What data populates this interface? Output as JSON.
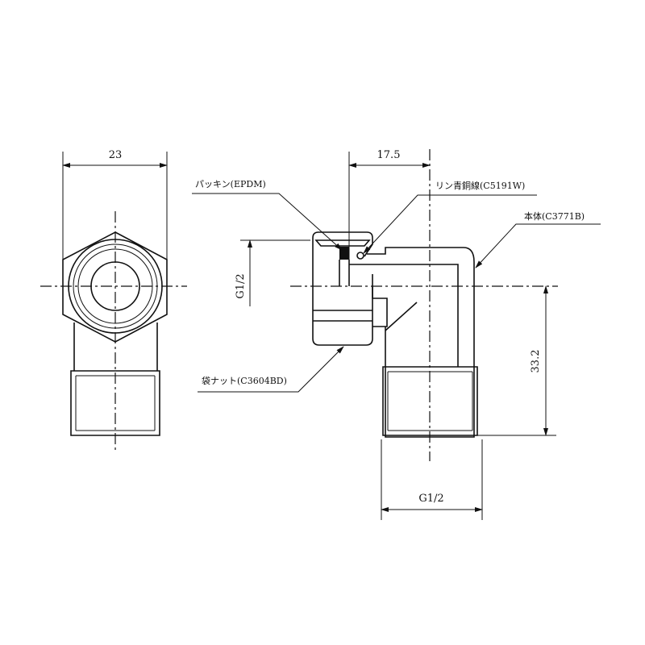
{
  "dimensions": {
    "width": "23",
    "offset": "17.5",
    "thread_top": "G1/2",
    "height": "33.2",
    "thread_bottom": "G1/2"
  },
  "labels": {
    "packing": "パッキン(EPDM)",
    "wire": "リン青銅線(C5191W)",
    "body": "本体(C3771B)",
    "nut": "袋ナット(C3604BD)"
  }
}
